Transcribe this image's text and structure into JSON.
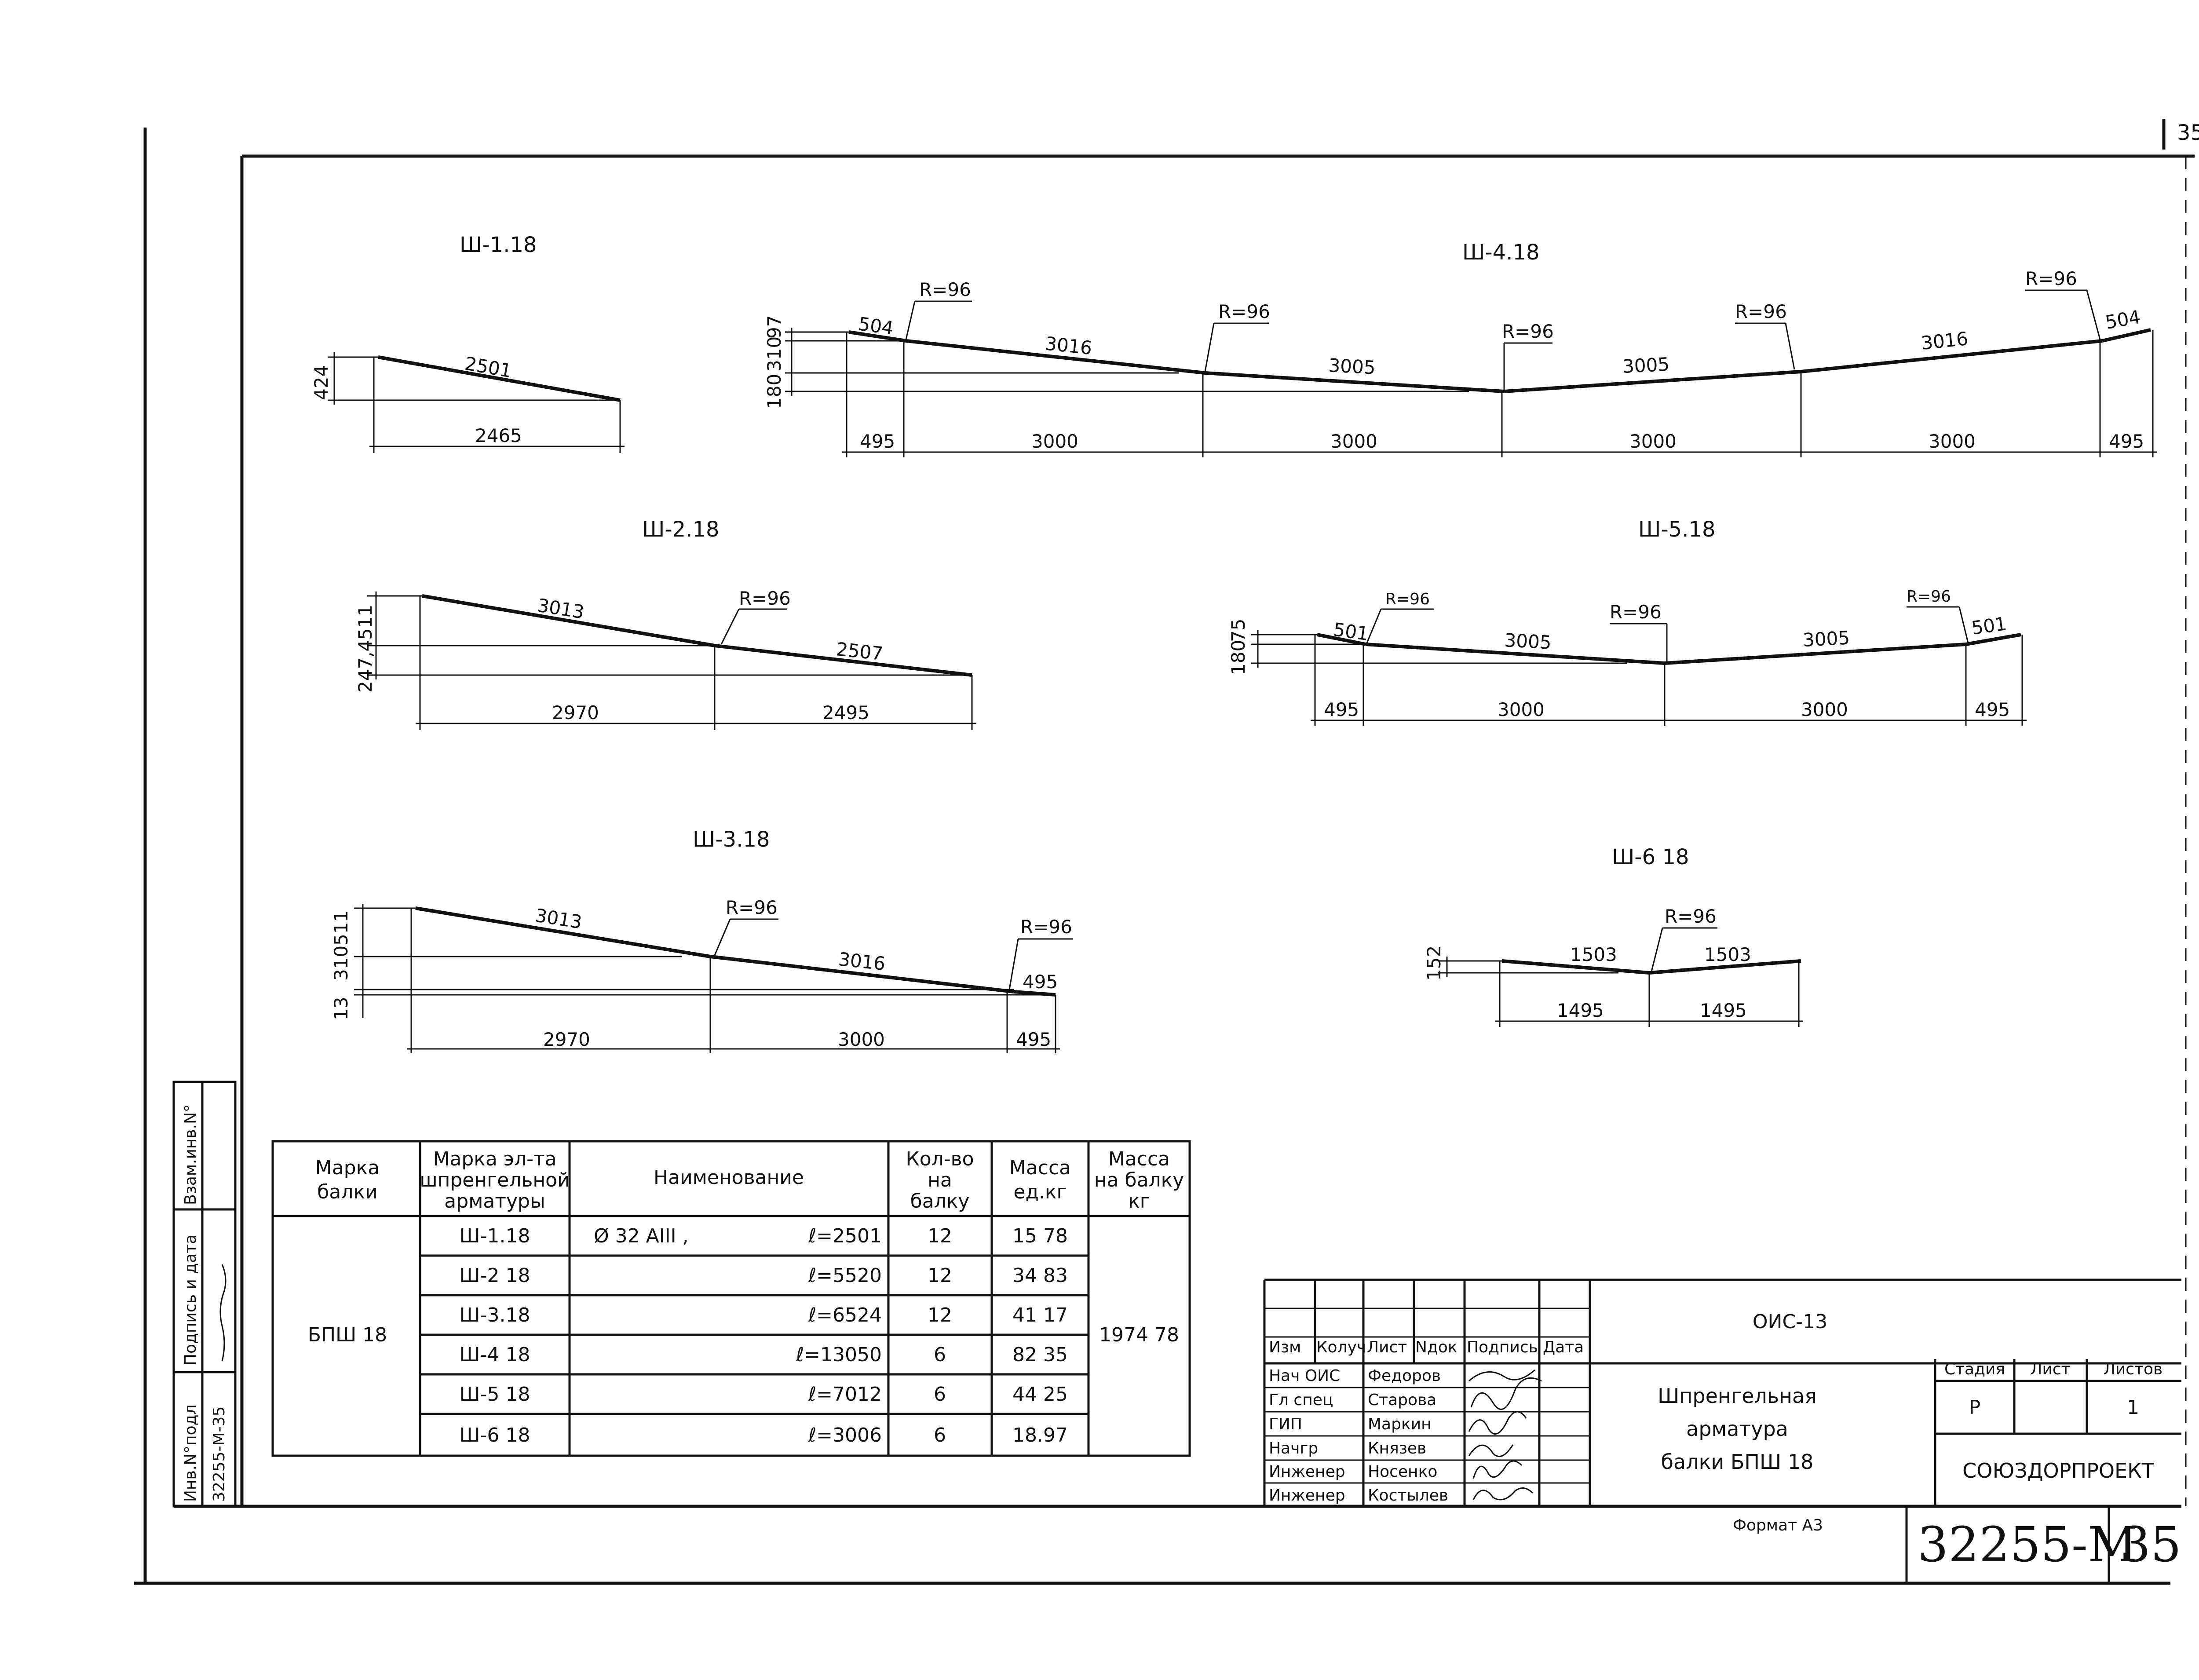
{
  "sheet": {
    "number": "35",
    "doc_code": "32255-M",
    "format_note": "Формат А3",
    "side_labels": [
      "Инв.N°подл",
      "32255-М-35",
      "Подпись и дата",
      "Взам.инв.N°"
    ]
  },
  "shapes": {
    "sh1": {
      "mark": "Ш-1.18",
      "dims": [
        "424",
        "2501",
        "2465"
      ]
    },
    "sh2": {
      "mark": "Ш-2.18",
      "dims": [
        "511",
        "247,4",
        "3013",
        "R=96",
        "2507",
        "2970",
        "2495"
      ]
    },
    "sh3": {
      "mark": "Ш-3.18",
      "dims": [
        "511",
        "310",
        "13",
        "3013",
        "R=96",
        "3016",
        "R=96",
        "495",
        "2970",
        "3000",
        "495"
      ]
    },
    "sh4": {
      "mark": "Ш-4.18",
      "dims": [
        "97",
        "310",
        "180",
        "504",
        "R=96",
        "3016",
        "R=96",
        "3005",
        "R=96",
        "3005",
        "R=96",
        "3016",
        "R=96",
        "504",
        "495",
        "3000",
        "3000",
        "3000",
        "3000",
        "495"
      ]
    },
    "sh5": {
      "mark": "Ш-5.18",
      "dims": [
        "75",
        "180",
        "R=96",
        "501",
        "3005",
        "R=96",
        "3005",
        "R=96",
        "501",
        "495",
        "3000",
        "3000",
        "495"
      ]
    },
    "sh6": {
      "mark": "Ш-6 18",
      "dims": [
        "152",
        "R=96",
        "1503",
        "1503",
        "1495",
        "1495"
      ]
    }
  },
  "spec": {
    "headers": {
      "beam": [
        "Марка",
        "балки"
      ],
      "element": [
        "Марка эл-та",
        "шпренгельной",
        "арматуры"
      ],
      "name": "Наименование",
      "qty": [
        "Кол-во",
        "на",
        "балку"
      ],
      "unit_mass": [
        "Масса",
        "ед.кг"
      ],
      "total_mass": [
        "Масса",
        "на балку",
        "кг"
      ]
    },
    "beam": "БПШ 18",
    "total_mass": "1974 78",
    "rows": [
      {
        "mark": "Ш-1.18",
        "name": "Ø 32  AIII ,",
        "length": "ℓ=2501",
        "qty": "12",
        "mass": "15 78"
      },
      {
        "mark": "Ш-2 18",
        "name": "",
        "length": "ℓ=5520",
        "qty": "12",
        "mass": "34 83"
      },
      {
        "mark": "Ш-3.18",
        "name": "",
        "length": "ℓ=6524",
        "qty": "12",
        "mass": "41 17"
      },
      {
        "mark": "Ш-4 18",
        "name": "",
        "length": "ℓ=13050",
        "qty": "6",
        "mass": "82 35"
      },
      {
        "mark": "Ш-5 18",
        "name": "",
        "length": "ℓ=7012",
        "qty": "6",
        "mass": "44 25"
      },
      {
        "mark": "Ш-6 18",
        "name": "",
        "length": "ℓ=3006",
        "qty": "6",
        "mass": "18.97"
      }
    ]
  },
  "title_block": {
    "code": "ОИС-13",
    "headers": [
      "Изм",
      "Колуч",
      "Лист",
      "Nдок",
      "Подпись",
      "Дата"
    ],
    "people": [
      {
        "role": "Нач ОИС",
        "name": "Федоров"
      },
      {
        "role": "Гл  спец",
        "name": "Старова"
      },
      {
        "role": "ГИП",
        "name": "Маркин"
      },
      {
        "role": "Начгр",
        "name": "Князев"
      },
      {
        "role": "Инженер",
        "name": "Носенко"
      },
      {
        "role": "Инженер",
        "name": "Костылев"
      }
    ],
    "title": [
      "Шпренгельная",
      "арматура",
      "балки  БПШ  18"
    ],
    "stage_labels": [
      "Стадия",
      "Лист",
      "Листов"
    ],
    "stage": "Р",
    "sheets": "1",
    "org": "СОЮЗДОРПРОЕКТ"
  }
}
